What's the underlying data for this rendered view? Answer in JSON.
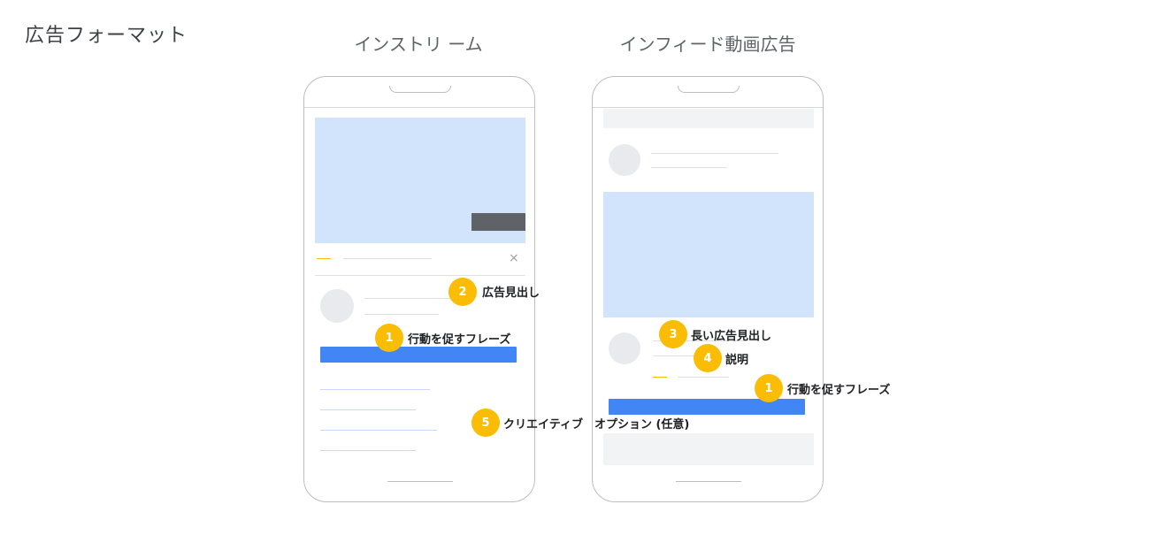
{
  "page_title": "広告フォーマット",
  "formats": [
    {
      "title": "インストリ ーム"
    },
    {
      "title": "インフィード動画広告"
    }
  ],
  "instream_callouts": [
    {
      "number": "2",
      "label": "広告見出し"
    },
    {
      "number": "1",
      "label": "行動を促すフレーズ"
    },
    {
      "number": "5",
      "label": "クリエイティブ　オプション (任意)"
    }
  ],
  "infeed_callouts": [
    {
      "number": "3",
      "label": "長い広告見出し"
    },
    {
      "number": "4",
      "label": "説明"
    },
    {
      "number": "1",
      "label": "行動を促すフレーズ"
    }
  ],
  "icons": {
    "close": "×"
  },
  "colors": {
    "video_placeholder": "#d2e3fc",
    "cta_button": "#4285f4",
    "badge": "#fbbc04",
    "skip_button": "#5f6368"
  }
}
